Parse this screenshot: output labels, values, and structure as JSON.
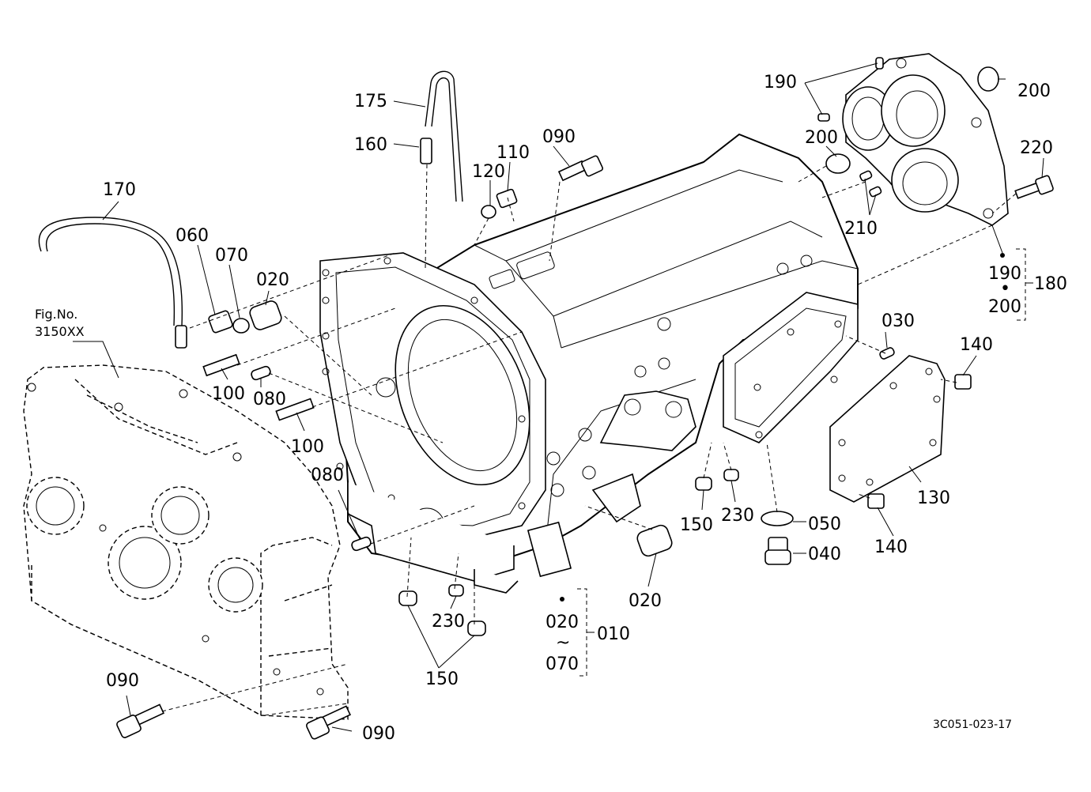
{
  "figure_ref": {
    "line1": "Fig.No.",
    "line2": "3150XX"
  },
  "drawing_code": "3C051-023-17",
  "callouts": {
    "c175": "175",
    "c160": "160",
    "c170": "170",
    "c120": "120",
    "c110": "110",
    "c090_top": "090",
    "c060": "060",
    "c070": "070",
    "c020_top": "020",
    "c100_a": "100",
    "c080_a": "080",
    "c100_b": "100",
    "c080_b": "080",
    "c190_top": "190",
    "c200_top": "200",
    "c200_mid": "200",
    "c220": "220",
    "c210": "210",
    "c030": "030",
    "c140_top": "140",
    "c130": "130",
    "c140_bot": "140",
    "c150_mid": "150",
    "c230_mid": "230",
    "c050": "050",
    "c040": "040",
    "c020_mid": "020",
    "c230_bot": "230",
    "c150_bot": "150",
    "c090_left": "090",
    "c090_bot": "090"
  },
  "assembly_010": {
    "from": "020",
    "tilde": "~",
    "to": "070",
    "id": "010"
  },
  "assembly_180": {
    "from": "190",
    "dot": "•",
    "to": "200",
    "id": "180"
  }
}
